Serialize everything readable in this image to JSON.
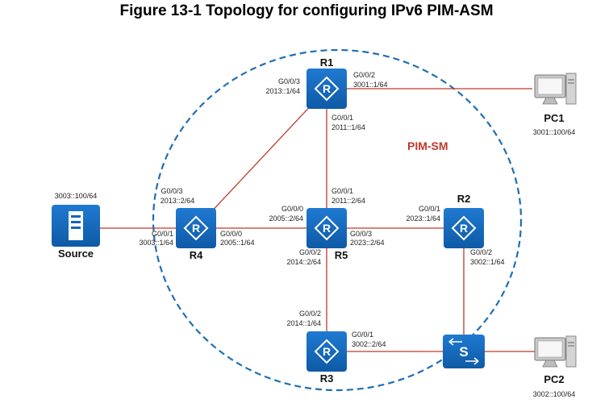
{
  "title": "Figure 13-1 Topology for configuring IPv6 PIM-ASM",
  "domain_label": "PIM-SM",
  "colors": {
    "link": "#c0392b",
    "boundary": "#1f6fb5",
    "device": "#1565b5",
    "domain_text": "#c0392b"
  },
  "devices": {
    "r1": {
      "name": "R1",
      "icon": "router-icon"
    },
    "r2": {
      "name": "R2",
      "icon": "router-icon"
    },
    "r3": {
      "name": "R3",
      "icon": "router-icon"
    },
    "r4": {
      "name": "R4",
      "icon": "router-icon"
    },
    "r5": {
      "name": "R5",
      "icon": "router-icon"
    },
    "sw": {
      "name": "",
      "icon": "switch-icon"
    },
    "source": {
      "name": "Source",
      "address": "3003::100/64",
      "icon": "server-icon"
    },
    "pc1": {
      "name": "PC1",
      "address": "3001::100/64",
      "icon": "pc-icon"
    },
    "pc2": {
      "name": "PC2",
      "address": "3002::100/64",
      "icon": "pc-icon"
    }
  },
  "interfaces": {
    "r1_g003": {
      "port": "G0/0/3",
      "ip": "2013::1/64"
    },
    "r1_g002": {
      "port": "G0/0/2",
      "ip": "3001::1/64"
    },
    "r1_g001": {
      "port": "G0/0/1",
      "ip": "2011::1/64"
    },
    "r4_g003": {
      "port": "G0/0/3",
      "ip": "2013::2/64"
    },
    "r4_g001": {
      "port": "G0/0/1",
      "ip": "3003::1/64"
    },
    "r4_g000": {
      "port": "G0/0/0",
      "ip": "2005::1/64"
    },
    "r5_g001": {
      "port": "G0/0/1",
      "ip": "2011::2/64"
    },
    "r5_g000": {
      "port": "G0/0/0",
      "ip": "2005::2/64"
    },
    "r5_g003": {
      "port": "G0/0/3",
      "ip": "2023::2/64"
    },
    "r5_g002": {
      "port": "G0/0/2",
      "ip": "2014::2/64"
    },
    "r2_g001": {
      "port": "G0/0/1",
      "ip": "2023::1/64"
    },
    "r2_g002": {
      "port": "G0/0/2",
      "ip": "3002::1/64"
    },
    "r3_g002": {
      "port": "G0/0/2",
      "ip": "2014::1/64"
    },
    "r3_g001": {
      "port": "G0/0/1",
      "ip": "3002::2/64"
    }
  }
}
